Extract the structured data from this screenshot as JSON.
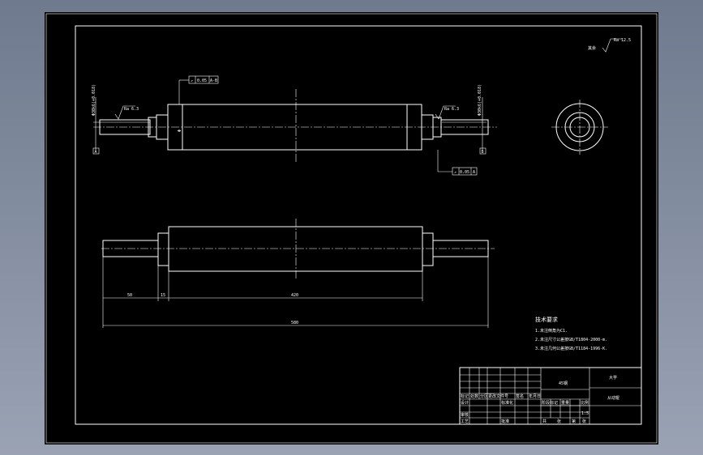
{
  "drawing": {
    "roughness_symbol": "Ra 12.5",
    "roughness_left": "Ra 6.3",
    "roughness_right": "Ra 6.3",
    "datum_a": "A",
    "datum_b": "B",
    "tolerance_top": "0.05",
    "tolerance_top_ref": "A-B",
    "tolerance_bottom": "0.05",
    "tolerance_bottom_ref": "A",
    "diameter_left": "Φ30k6(+0.018)",
    "diameter_right": "Φ30k6(+0.018)",
    "dim_1": "50",
    "dim_2": "15",
    "dim_3": "420",
    "dim_total": "580"
  },
  "notes": {
    "title": "技术要求",
    "items": [
      "1.未注倒角为C1.",
      "2.未注尺寸公差按GB/T1804-2000-m.",
      "3.未注几何公差按GB/T1184-1996-K."
    ]
  },
  "title_block": {
    "material": "45钢",
    "part_name": "从动辊",
    "company": "大学",
    "scale": "1:5",
    "headers": [
      "标记",
      "处数",
      "分区",
      "更改文件号",
      "签名",
      "年月日"
    ],
    "roles": [
      "设计",
      "标准化",
      "审核",
      "工艺",
      "批准"
    ],
    "cols": [
      "阶段标记",
      "重量",
      "比例"
    ],
    "sheet": [
      "共",
      "张",
      "第",
      "张"
    ]
  }
}
